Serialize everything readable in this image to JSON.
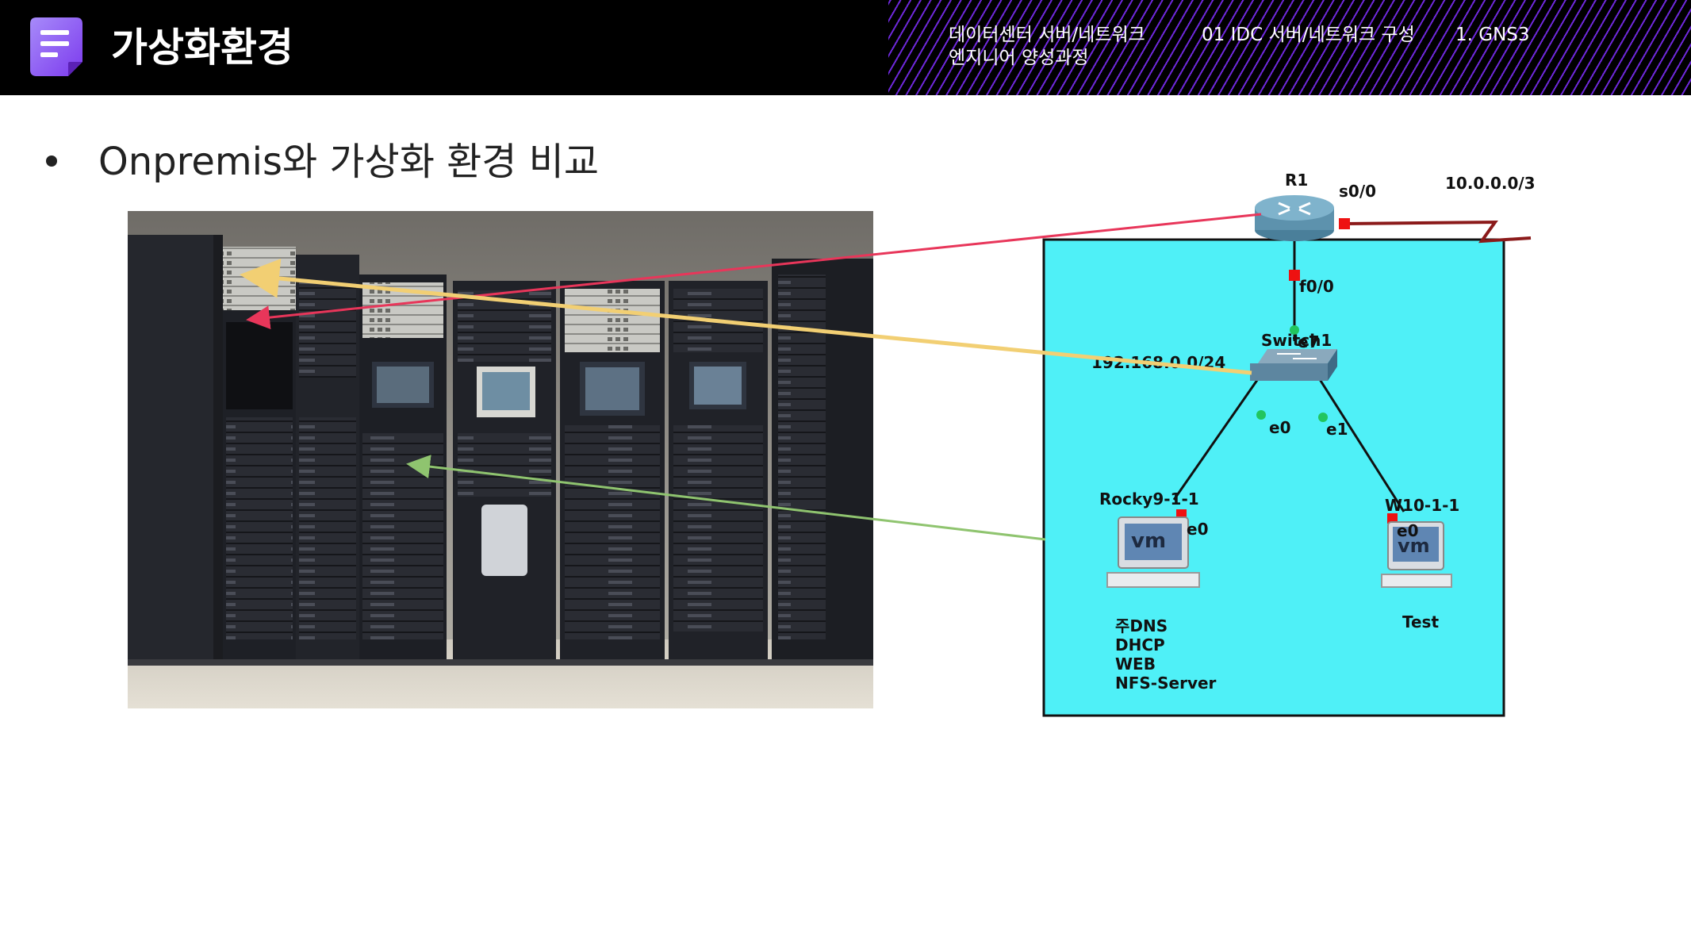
{
  "header": {
    "title": "가상화환경",
    "breadcrumbs": [
      "데이터센터 서버/네트워크 엔지니어 양성과정",
      "01 IDC 서버/네트워크 구성",
      "1. GNS3"
    ]
  },
  "content": {
    "bullet": "Onpremis와 가상화 환경 비교"
  },
  "diagram": {
    "router_name": "R1",
    "router_serial_port": "s0/0",
    "serial_network": "10.0.0.0/3",
    "router_lan_port": "f0/0",
    "switch_name": "Switch1",
    "switch_port_uplink": "e7",
    "lan_network": "192.168.0.0/24",
    "switch_port_left": "e0",
    "switch_port_right": "e1",
    "host_left_name": "Rocky9-1-1",
    "host_left_port": "e0",
    "host_left_roles": [
      "주DNS",
      "DHCP",
      "WEB",
      "NFS-Server"
    ],
    "host_right_name": "W10-1-1",
    "host_right_port": "e0",
    "host_right_role": "Test",
    "vm_badge": "vm"
  },
  "colors": {
    "header_bg": "#000000",
    "accent_purple": "#7c3aed",
    "diagram_bg": "#4ff0f7",
    "arrow_red": "#e8365a",
    "arrow_yellow": "#f5d98c",
    "arrow_green": "#9bcf7d"
  }
}
